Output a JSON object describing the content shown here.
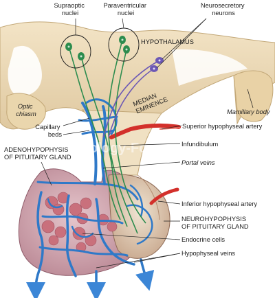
{
  "labels": {
    "supraoptic": [
      "Supraoptic",
      "nuclei"
    ],
    "paraventricular": [
      "Paraventricular",
      "nuclei"
    ],
    "neurosecretory": [
      "Neurosecretory",
      "neurons"
    ],
    "hypothalamus": "HYPOTHALAMUS",
    "median_eminence": [
      "MEDIAN",
      "EMINENCE"
    ],
    "optic_chiasm": [
      "Optic",
      "chiasm"
    ],
    "mamillary_body": "Mamillary body",
    "capillary_beds": [
      "Capillary",
      "beds"
    ],
    "superior_artery": "Superior hypophyseal artery",
    "adenohypophysis": [
      "ADENOHYPOPHYSIS",
      "OF PITUITARY GLAND"
    ],
    "infundibulum": "Infundibulum",
    "portal_veins": "Portal veins",
    "inferior_artery": "Inferior hypophyseal artery",
    "neurohypophysis": [
      "NEUROHYPOPHYSIS",
      "OF PITUITARY GLAND"
    ],
    "endocrine_cells": "Endocrine cells",
    "hypophyseal_veins": "Hypophyseal veins"
  },
  "watermark": "Biology-Forums",
  "colors": {
    "tissue": "#ecd9b6",
    "tissue_dark": "#d2b98c",
    "gland": "#c99aa6",
    "gland_light": "#e2c3c8",
    "vein": "#2f79c8",
    "artery": "#d3302b",
    "axon_green": "#2c8c4e",
    "axon_purple": "#6c58b5"
  }
}
